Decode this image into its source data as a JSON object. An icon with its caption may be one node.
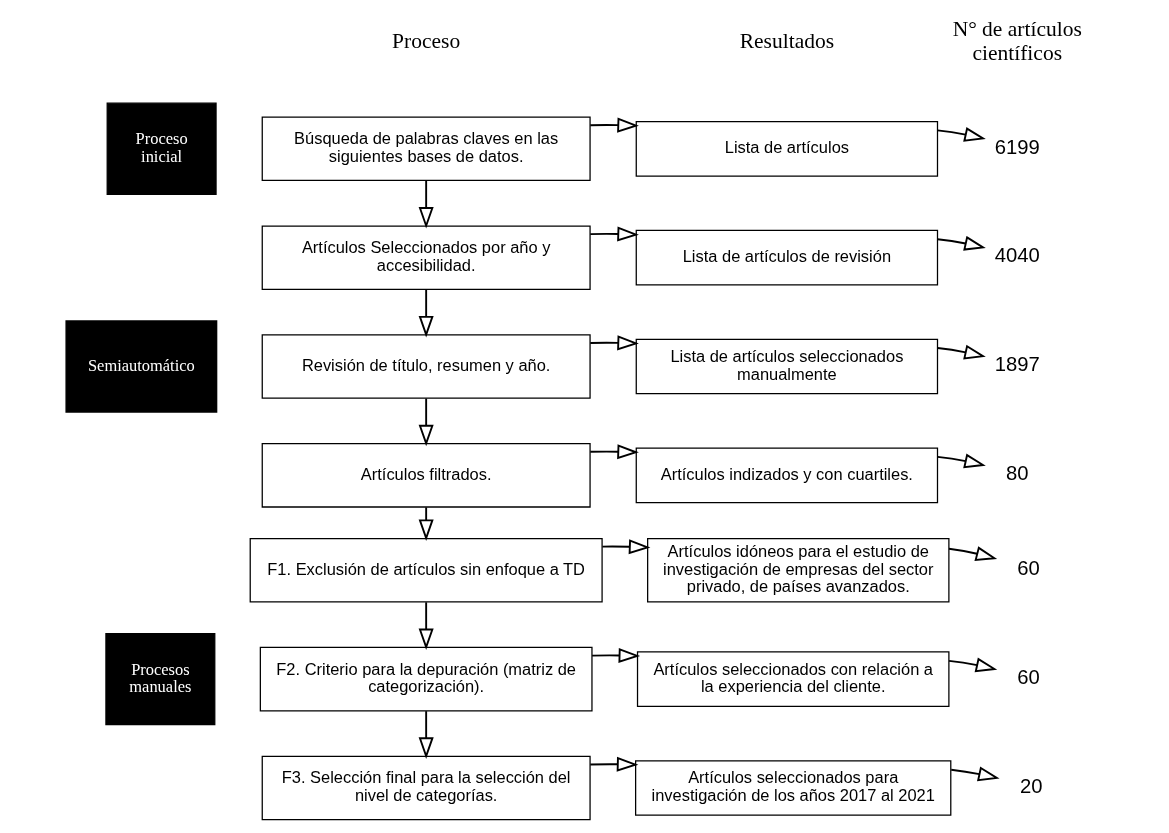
{
  "diagram": {
    "nodes": [
      {
        "text": [
          "Proceso inicial"
        ]
      },
      {
        "text": [
          "Semiautomático"
        ]
      },
      {
        "text": [
          "Procesos manuales"
        ]
      },
      {
        "text": [
          "Búsqueda de palabras claves en las siguientes bases de datos."
        ]
      },
      {
        "text": [
          "Lista de artículos"
        ]
      },
      {
        "text": [
          "6199"
        ]
      },
      {
        "text": [
          "Artículos Seleccionados por año y accesibilidad."
        ]
      },
      {
        "text": [
          "Lista de artículos de revisión"
        ]
      },
      {
        "text": [
          "4040"
        ]
      },
      {
        "text": [
          "Revisión de título, resumen y año."
        ]
      },
      {
        "text": [
          "Lista de artículos seleccionados manualmente"
        ]
      },
      {
        "text": [
          "1897"
        ]
      },
      {
        "text": [
          "Artículos filtrados."
        ]
      },
      {
        "text": [
          "Artículos indizados y con cuartiles."
        ]
      },
      {
        "text": [
          "80"
        ]
      },
      {
        "text": [
          "F1. Exclusión de artículos sin enfoque a TD"
        ]
      },
      {
        "text": [
          "Artículos idóneos para el estudio de investigación de empresas del sector privado, de países avanzados."
        ]
      },
      {
        "text": [
          "60"
        ]
      },
      {
        "text": [
          "F2. Criterio para la depuración (matriz de categorización)."
        ]
      },
      {
        "text": [
          "Artículos seleccionados con relación a la experiencia del cliente."
        ]
      },
      {
        "text": [
          "60"
        ]
      },
      {
        "text": [
          "F3. Selección final para la selección del nivel de categorías."
        ]
      },
      {
        "text": [
          "Artículos seleccionados para investigación de los años 2017 al 2021"
        ]
      },
      {
        "text": [
          "20"
        ]
      }
    ],
    "edges": [
      {
        "from": 3,
        "to": 4,
        "arrow": "to"
      },
      {
        "from": 4,
        "to": 5,
        "arrow": "to"
      },
      {
        "from": 3,
        "to": 6,
        "arrow": "to"
      },
      {
        "from": 6,
        "to": 7,
        "arrow": "to"
      },
      {
        "from": 7,
        "to": 8,
        "arrow": "to"
      },
      {
        "from": 6,
        "to": 9,
        "arrow": "to"
      },
      {
        "from": 9,
        "to": 10,
        "arrow": "to"
      },
      {
        "from": 10,
        "to": 11,
        "arrow": "to"
      },
      {
        "from": 9,
        "to": 12,
        "arrow": "to"
      },
      {
        "from": 12,
        "to": 13,
        "arrow": "to"
      },
      {
        "from": 13,
        "to": 14,
        "arrow": "to"
      },
      {
        "from": 12,
        "to": 15,
        "arrow": "to"
      },
      {
        "from": 15,
        "to": 16,
        "arrow": "to"
      },
      {
        "from": 16,
        "to": 17,
        "arrow": "to"
      },
      {
        "from": 15,
        "to": 18,
        "arrow": "to"
      },
      {
        "from": 18,
        "to": 19,
        "arrow": "to"
      },
      {
        "from": 19,
        "to": 20,
        "arrow": "to"
      },
      {
        "from": 18,
        "to": 21,
        "arrow": "to"
      },
      {
        "from": 21,
        "to": 22,
        "arrow": "to"
      },
      {
        "from": 22,
        "to": 23,
        "arrow": "to"
      }
    ],
    "labels": [
      "Proceso",
      "Resultados",
      "N° de artículos científicos"
    ]
  }
}
